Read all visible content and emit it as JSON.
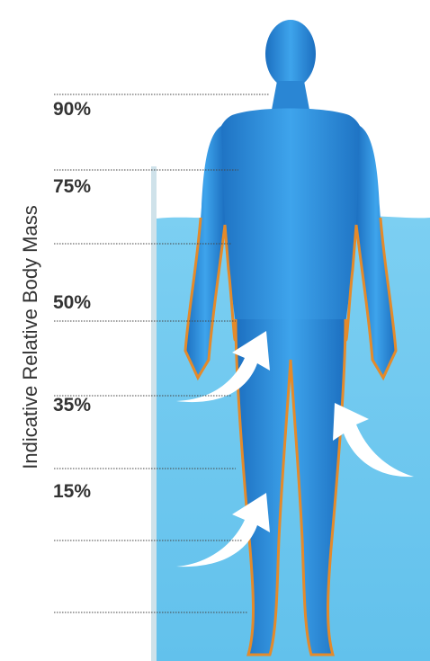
{
  "axis_title": "Indicative Relative Body Mass",
  "levels": [
    {
      "label": "90%"
    },
    {
      "label": "75%"
    },
    {
      "label": ""
    },
    {
      "label": "50%"
    },
    {
      "label": "35%"
    },
    {
      "label": "15%"
    },
    {
      "label": ""
    },
    {
      "label": ""
    }
  ],
  "colors": {
    "water": "#6cc7ef",
    "body": "#2f8fdc",
    "outline": "#e48a2a",
    "arrow": "#ffffff",
    "text": "#333333"
  }
}
